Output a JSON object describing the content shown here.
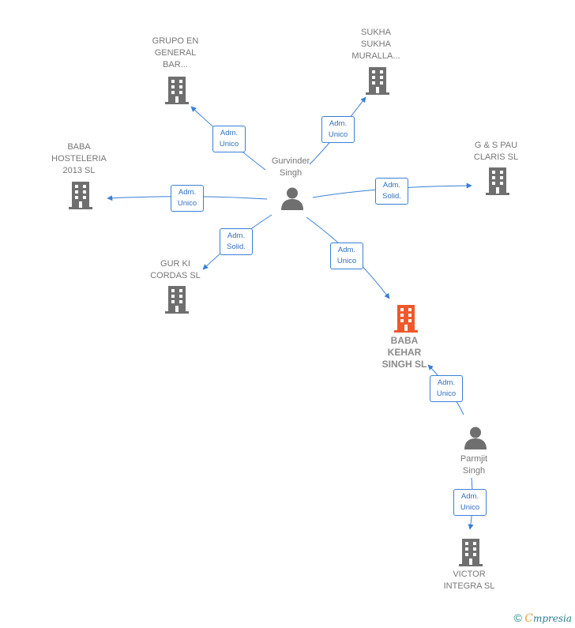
{
  "colors": {
    "edge": "#3a7fd5",
    "building": "#6f6f6f",
    "building_main": "#f0582a",
    "person": "#6f6f6f",
    "label": "#777777"
  },
  "companies": {
    "grupo": {
      "label": "GRUPO EN\nGENERAL\nBAR...",
      "icon": "building-icon"
    },
    "sukha": {
      "label": "SUKHA\nSUKHA\nMURALLA...",
      "icon": "building-icon"
    },
    "baba_hosteleria": {
      "label": "BABA\nHOSTELERIA\n2013  SL",
      "icon": "building-icon"
    },
    "gs_pau": {
      "label": "G & S PAU\nCLARIS  SL",
      "icon": "building-icon"
    },
    "gur_ki": {
      "label": "GUR KI\nCORDAS  SL",
      "icon": "building-icon"
    },
    "baba_kehar": {
      "label": "BABA\nKEHAR\nSINGH  SL",
      "icon": "building-icon"
    },
    "victor": {
      "label": "VICTOR\nINTEGRA  SL",
      "icon": "building-icon"
    }
  },
  "people": {
    "gurvinder": {
      "label": "Gurvinder\nSingh",
      "icon": "person-icon"
    },
    "parmjit": {
      "label": "Parmjit\nSingh",
      "icon": "person-icon"
    }
  },
  "relations": {
    "to_grupo": "Adm.\nUnico",
    "to_sukha": "Adm.\nUnico",
    "to_baba_hosteleria": "Adm.\nUnico",
    "to_gs_pau": "Adm.\nSolid.",
    "to_gur_ki": "Adm.\nSolid.",
    "to_baba_kehar": "Adm.\nUnico",
    "parmjit_to_baba_kehar": "Adm.\nUnico",
    "parmjit_to_victor": "Adm.\nUnico"
  },
  "footer": {
    "copyright": "©",
    "brand_first": "C",
    "brand_rest": "mpresia"
  }
}
